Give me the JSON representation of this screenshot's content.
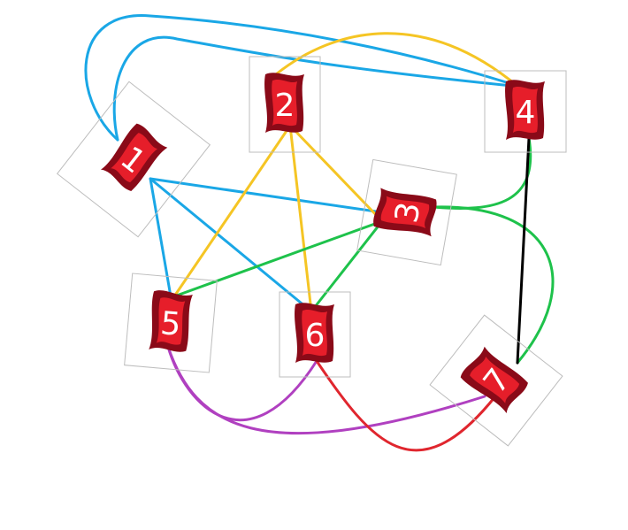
{
  "colors": {
    "blue": "#1aa7e6",
    "yellow": "#f5c524",
    "green": "#1ec24b",
    "black": "#000000",
    "purple": "#b040c0",
    "red": "#e0262e",
    "flag_fill": "#e61e2a",
    "flag_dark": "#8a0a18",
    "frame": "#bdbdbd"
  },
  "icon": "flag-banner-icon",
  "nodes": [
    {
      "id": "1",
      "label": "1"
    },
    {
      "id": "2",
      "label": "2"
    },
    {
      "id": "3",
      "label": "3"
    },
    {
      "id": "4",
      "label": "4"
    },
    {
      "id": "5",
      "label": "5"
    },
    {
      "id": "6",
      "label": "6"
    },
    {
      "id": "7",
      "label": "7"
    }
  ],
  "edges": [
    {
      "from": "1",
      "to": "4",
      "color": "blue"
    },
    {
      "from": "1",
      "to": "4",
      "color": "blue"
    },
    {
      "from": "1",
      "to": "3",
      "color": "blue"
    },
    {
      "from": "1",
      "to": "5",
      "color": "blue"
    },
    {
      "from": "1",
      "to": "6",
      "color": "blue"
    },
    {
      "from": "2",
      "to": "4",
      "color": "yellow"
    },
    {
      "from": "2",
      "to": "5",
      "color": "yellow"
    },
    {
      "from": "2",
      "to": "6",
      "color": "yellow"
    },
    {
      "from": "2",
      "to": "3",
      "color": "yellow"
    },
    {
      "from": "3",
      "to": "5",
      "color": "green"
    },
    {
      "from": "3",
      "to": "6",
      "color": "green"
    },
    {
      "from": "3",
      "to": "4",
      "color": "green"
    },
    {
      "from": "3",
      "to": "7",
      "color": "green"
    },
    {
      "from": "4",
      "to": "7",
      "color": "black"
    },
    {
      "from": "5",
      "to": "6",
      "color": "purple"
    },
    {
      "from": "5",
      "to": "7",
      "color": "purple"
    },
    {
      "from": "6",
      "to": "7",
      "color": "red"
    }
  ]
}
